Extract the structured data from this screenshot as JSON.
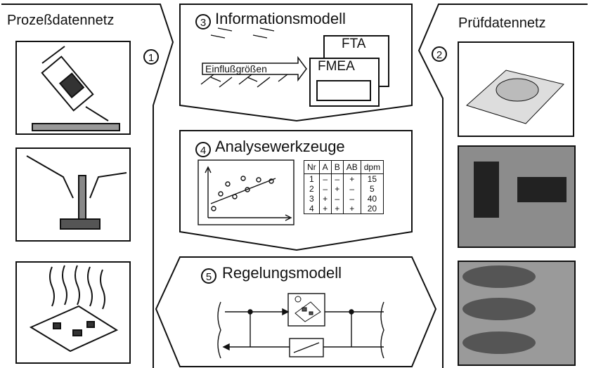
{
  "left_panel": {
    "title": "Prozeßdatennetz",
    "badge": "1"
  },
  "right_panel": {
    "title": "Prüfdatennetz",
    "badge": "2"
  },
  "info_model": {
    "badge": "3",
    "title": "Informationsmodell",
    "arrow_label": "Einflußgrößen",
    "box_back": "FTA",
    "box_front": "FMEA"
  },
  "analysis": {
    "badge": "4",
    "title": "Analysewerkzeuge",
    "table": {
      "headers": [
        "Nr",
        "A",
        "B",
        "AB",
        "dpm"
      ],
      "rows": [
        [
          "1",
          "–",
          "–",
          "+",
          "15"
        ],
        [
          "2",
          "–",
          "+",
          "–",
          "5"
        ],
        [
          "3",
          "+",
          "–",
          "–",
          "40"
        ],
        [
          "4",
          "+",
          "+",
          "+",
          "20"
        ]
      ]
    }
  },
  "control": {
    "badge": "5",
    "title": "Regelungsmodell"
  }
}
